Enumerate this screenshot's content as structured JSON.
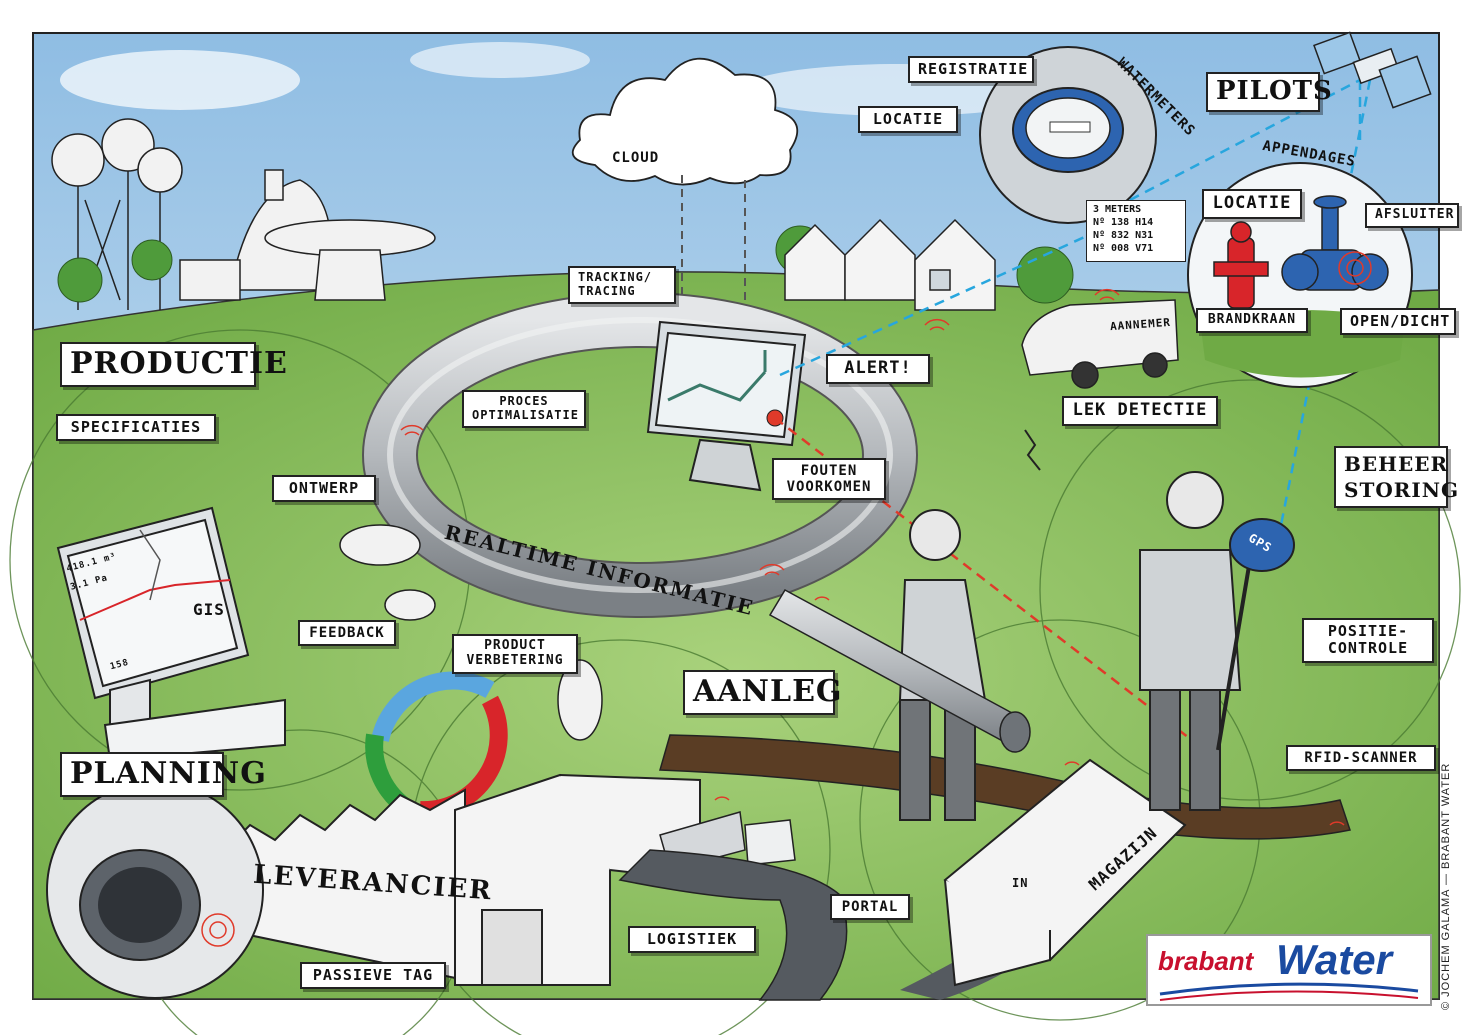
{
  "labels": {
    "registratie": "REGISTRATIE",
    "locatie_meter": "LOCATIE",
    "watermeters": "WATERMETERS",
    "pilots": "PILOTS",
    "appendages": "APPENDAGES",
    "locatie_app": "LOCATIE",
    "afsluiter": "AFSLUITER",
    "brandkraan": "BRANDKRAAN",
    "open_dicht": "OPEN/DICHT",
    "cloud": "CLOUD",
    "tracking_1": "TRACKING/",
    "tracking_2": "TRACING",
    "proces_1": "PROCES",
    "proces_2": "OPTIMALISATIE",
    "alert": "ALERT!",
    "fouten_1": "FOUTEN",
    "fouten_2": "VOORKOMEN",
    "aannemer": "AANNEMER",
    "lek_detectie": "LEK DETECTIE",
    "beheer": "BEHEER",
    "storing": "STORING",
    "productie": "PRODUCTIE",
    "specificaties": "SPECIFICATIES",
    "ontwerp": "ONTWERP",
    "gis": "GIS",
    "feedback": "FEEDBACK",
    "realtime": "REALTIME INFORMATIE",
    "product_1": "PRODUCT",
    "product_2": "VERBETERING",
    "aanleg": "AANLEG",
    "positie_1": "POSITIE-",
    "positie_2": "CONTROLE",
    "rfid": "RFID-SCANNER",
    "planning": "PLANNING",
    "leverancier": "LEVERANCIER",
    "portal": "PORTAL",
    "magazijn": "MAGAZIJN",
    "in": "IN",
    "logistiek": "LOGISTIEK",
    "passieve_tag": "PASSIEVE TAG",
    "gps": "GPS"
  },
  "meters_card": {
    "title": "3 METERS",
    "rows": [
      "Nº 138 H14",
      "Nº 832 N31",
      "Nº 008 V71"
    ]
  },
  "gis_screen": {
    "line1": "418.1 m³",
    "line2": "3.1 Pa",
    "line3": "158"
  },
  "brand": {
    "brabant": "brabant",
    "water": "Water"
  },
  "credit": "© JOCHEM GALAMA — BRABANT WATER",
  "colors": {
    "sky": "#bcd8ee",
    "grass": "#8cc35c",
    "pipe": "#b9bcc0",
    "brand_red": "#c8102e",
    "brand_blue": "#1a4aa0",
    "signal_red": "#e03a2a",
    "dashed_blue": "#27a6de"
  }
}
